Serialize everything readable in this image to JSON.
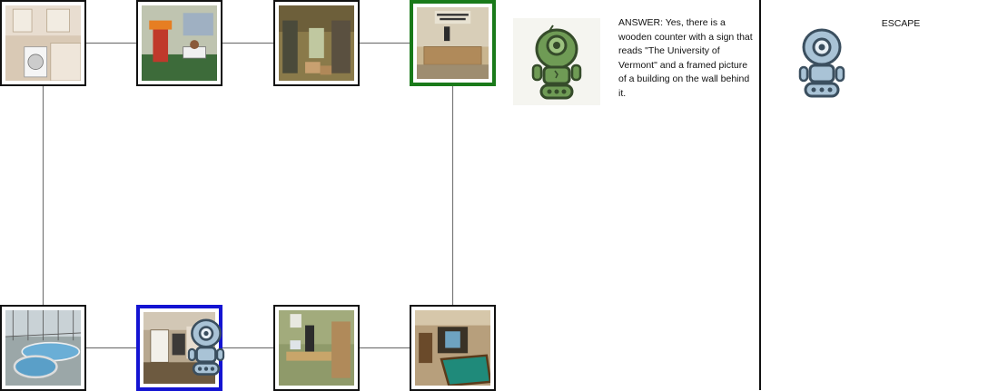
{
  "graph": {
    "nodes": [
      {
        "id": "laundry-room",
        "scene": "laundry",
        "state": "normal"
      },
      {
        "id": "playroom",
        "scene": "playroom",
        "state": "normal"
      },
      {
        "id": "storage-room",
        "scene": "storage",
        "state": "normal"
      },
      {
        "id": "university-office",
        "scene": "office_sign",
        "state": "target"
      },
      {
        "id": "pool",
        "scene": "pool",
        "state": "normal"
      },
      {
        "id": "living-room",
        "scene": "living",
        "state": "current"
      },
      {
        "id": "office",
        "scene": "office",
        "state": "normal"
      },
      {
        "id": "billiards-room",
        "scene": "billiards",
        "state": "normal"
      }
    ],
    "edges": [
      [
        "laundry-room",
        "playroom"
      ],
      [
        "playroom",
        "storage-room"
      ],
      [
        "storage-room",
        "university-office"
      ],
      [
        "laundry-room",
        "pool"
      ],
      [
        "university-office",
        "billiards-room"
      ],
      [
        "pool",
        "living-room"
      ],
      [
        "living-room",
        "office"
      ],
      [
        "office",
        "billiards-room"
      ]
    ]
  },
  "answer_text": "ANSWER: Yes, there is a wooden counter with a sign that reads \"The University of Vermont\" and a framed picture of a building on the wall behind it.",
  "escape_label": "ESCAPE",
  "colors": {
    "current_border": "#1414d2",
    "target_border": "#1a7a1a",
    "green_robot": "#6a9a52",
    "blue_robot": "#a8c4d8"
  }
}
